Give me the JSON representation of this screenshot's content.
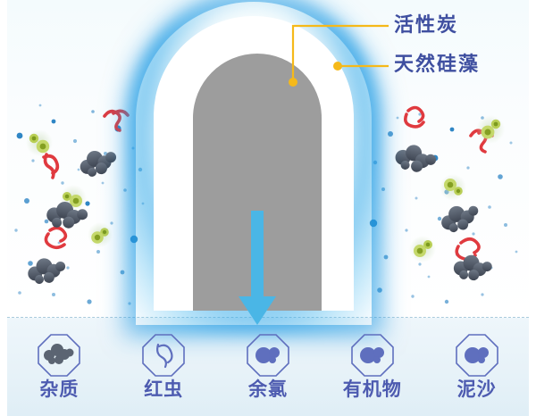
{
  "theme": {
    "label_blue": "#3f4fa0",
    "caption_blue": "#4d5bb0",
    "callout_yellow": "#f5b91a",
    "glow_blue": "#1a96e2",
    "arrow_blue": "#4ab6e6",
    "core_gray": "#9d9d9d",
    "shell_white": "#ffffff",
    "worm_red": "#e03a3f",
    "sediment_gray": "#5b6472",
    "molecule_green": "#a8c83c",
    "dot_blue": "#2f86c5"
  },
  "diagram": {
    "name": "water-filter-cartridge",
    "callouts": [
      {
        "id": "activated-carbon",
        "label": "活性炭",
        "target": "core"
      },
      {
        "id": "natural-diatomite",
        "label": "天然硅藻",
        "target": "shell"
      }
    ],
    "flow": {
      "direction": "down",
      "icon": "down-arrow-icon"
    }
  },
  "contaminants": {
    "heading": "",
    "items": [
      {
        "id": "impurities",
        "label": "杂质",
        "icon": "sediment-clump-icon"
      },
      {
        "id": "red-worms",
        "label": "红虫",
        "icon": "worm-icon"
      },
      {
        "id": "chlorine",
        "label": "余氯",
        "icon": "molecule-icon"
      },
      {
        "id": "organics",
        "label": "有机物",
        "icon": "molecule-icon"
      },
      {
        "id": "sediment",
        "label": "泥沙",
        "icon": "molecule-icon"
      }
    ]
  },
  "particle_field": {
    "legend": [
      {
        "type": "sediment",
        "color": "#5b6472"
      },
      {
        "type": "worm",
        "color": "#e03a3f"
      },
      {
        "type": "algae-molecule",
        "color": "#a8c83c"
      },
      {
        "type": "water-dot",
        "color": "#2f86c5"
      }
    ]
  }
}
